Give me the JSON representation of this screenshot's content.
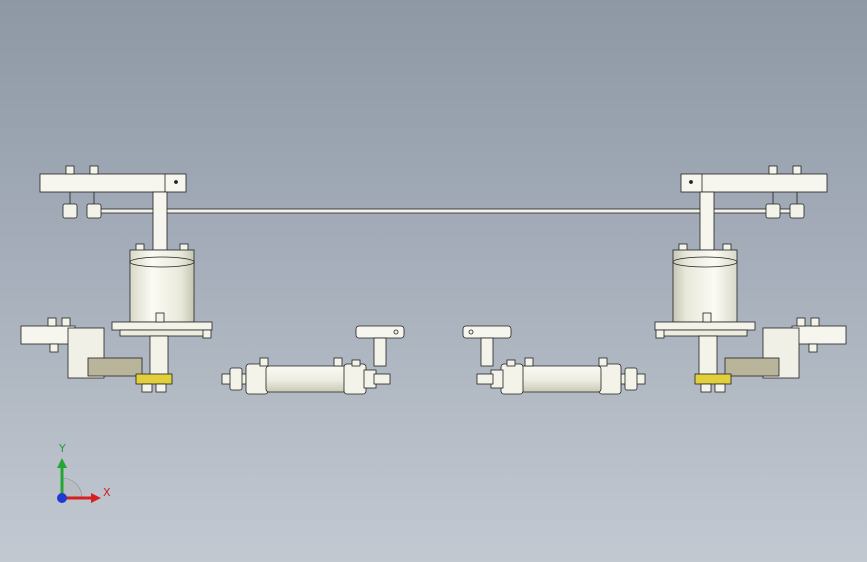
{
  "viewport": {
    "background_top": "#8e98a5",
    "background_bottom": "#c3c9d1"
  },
  "model": {
    "part_color": "#f4f4ec",
    "edge_color": "#222222",
    "shade_color": "#d7d7c8",
    "brass_color": "#e2cf3c",
    "olive_color": "#b8b59a",
    "assemblies": [
      "left-rotary-assembly",
      "left-cylinder",
      "right-cylinder",
      "right-rotary-assembly",
      "tie-rod"
    ]
  },
  "triad": {
    "x_label": "X",
    "y_label": "Y",
    "x_color": "#d62020",
    "y_color": "#22a832",
    "z_color": "#1e3ad6"
  }
}
